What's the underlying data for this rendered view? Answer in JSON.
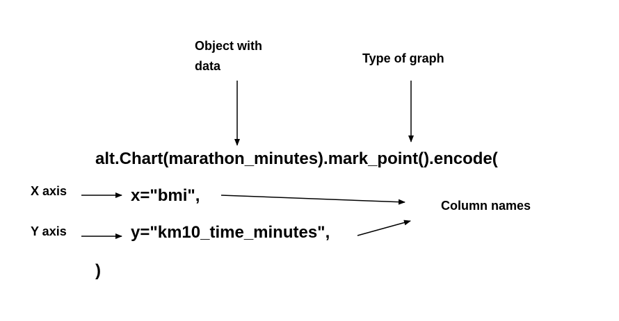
{
  "annotations": {
    "object_with_data_line1": "Object with",
    "object_with_data_line2": "data",
    "type_of_graph": "Type of graph",
    "x_axis": "X axis",
    "y_axis": "Y axis",
    "column_names": "Column names"
  },
  "code": {
    "line1": "alt.Chart(marathon_minutes).mark_point().encode(",
    "line2": "x=\"bmi\",",
    "line3": "y=\"km10_time_minutes\",",
    "line4": ")"
  }
}
